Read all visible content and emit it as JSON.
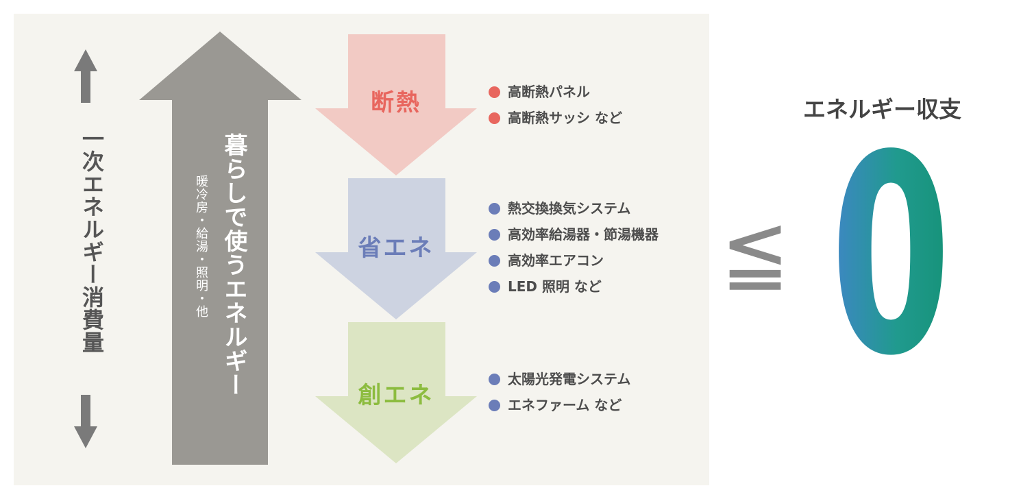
{
  "left_axis": {
    "label": "一次エネルギー消費量",
    "mark": "※"
  },
  "living_energy": {
    "label": "暮らしで使うエネルギー",
    "sub": "暖冷房・給湯・照明・他"
  },
  "categories": [
    {
      "label": "断熱",
      "color": "#e8665e",
      "arrow_color": "#f2cac4",
      "dot_color": "#e8665e",
      "items": [
        "高断熱パネル",
        "高断熱サッシ など"
      ]
    },
    {
      "label": "省エネ",
      "color": "#6b7db8",
      "arrow_color": "#cdd3e1",
      "dot_color": "#6b7db8",
      "items": [
        "熱交換換気システム",
        "高効率給湯器・節湯機器",
        "高効率エアコン",
        "LED 照明 など"
      ]
    },
    {
      "label": "創エネ",
      "color": "#8cbc3f",
      "arrow_color": "#dce5c3",
      "dot_color": "#6b7db8",
      "items": [
        "太陽光発電システム",
        "エネファーム など"
      ]
    }
  ],
  "comparison_symbol": "≦",
  "balance": {
    "title": "エネルギー収支",
    "value": "0"
  }
}
